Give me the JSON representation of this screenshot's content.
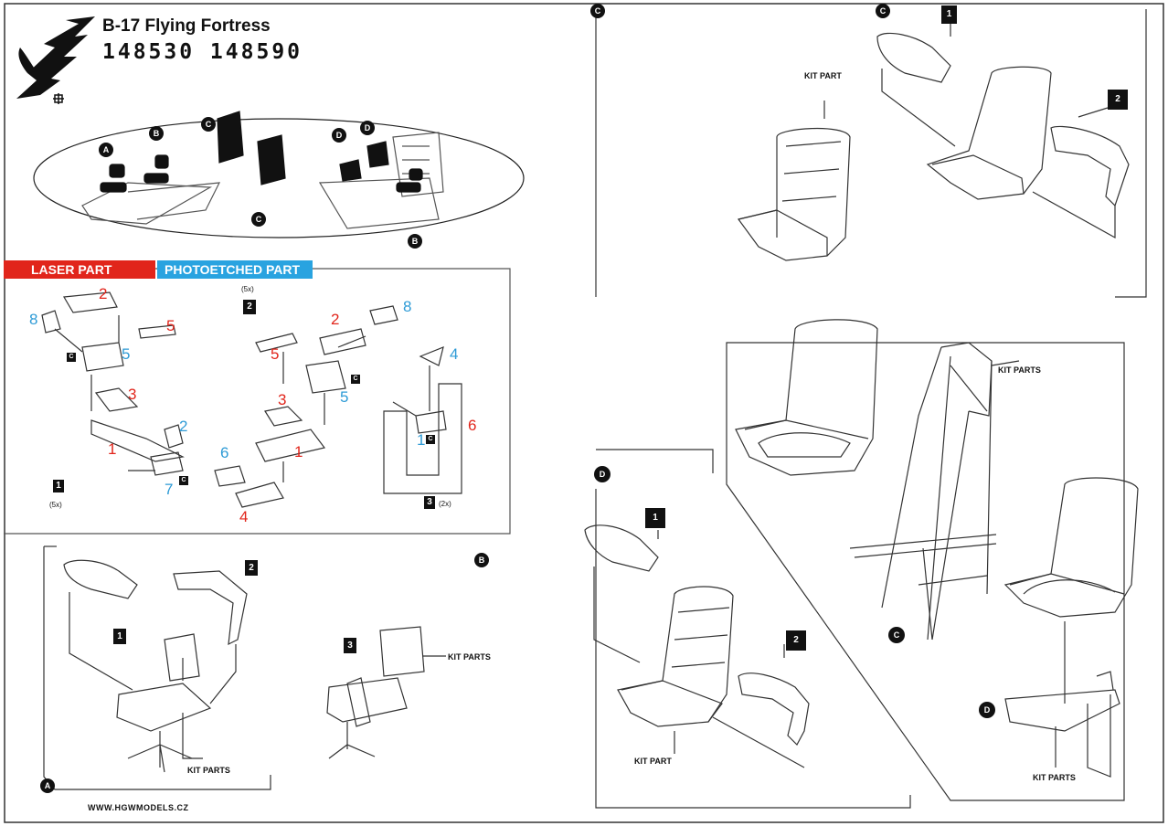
{
  "header": {
    "title": "B-17 Flying Fortress",
    "codes": "148530  148590"
  },
  "legend": {
    "laser": "LASER PART",
    "photoetched": "PHOTOETCHED PART"
  },
  "labels": {
    "kit_part": "KIT PART",
    "kit_parts": "KIT PARTS",
    "qty_5x": "(5x)",
    "qty_2x": "(2x)"
  },
  "steps": {
    "one": "1",
    "two": "2",
    "three": "3"
  },
  "positions": {
    "a": "A",
    "b": "B",
    "c": "C",
    "d": "D"
  },
  "part_numbers": {
    "p1": "1",
    "p2": "2",
    "p3": "3",
    "p4": "4",
    "p5": "5",
    "p6": "6",
    "p7": "7",
    "p8": "8"
  },
  "footer": {
    "website": "WWW.HGWMODELS.CZ"
  },
  "colors": {
    "laser": "#e1251b",
    "photoetched": "#29a3e0"
  }
}
